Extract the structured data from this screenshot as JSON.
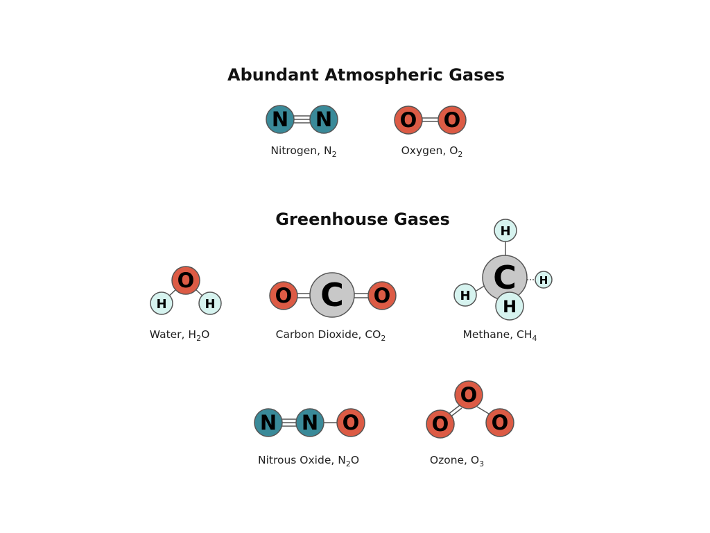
{
  "headings": {
    "abundant": "Abundant Atmospheric Gases",
    "greenhouse": "Greenhouse Gases"
  },
  "colors": {
    "nitrogen": "#3a8a99",
    "oxygen": "#dc5b45",
    "carbon": "#c8c8c8",
    "hydrogen": "#d6f3ef",
    "outline": "#555555"
  },
  "atoms": {
    "nitrogen": "N",
    "oxygen": "O",
    "carbon": "C",
    "hydrogen": "H"
  },
  "molecules": {
    "nitrogen": {
      "name": "Nitrogen, N",
      "sub": "2",
      "tail": ""
    },
    "oxygen": {
      "name": "Oxygen, O",
      "sub": "2",
      "tail": ""
    },
    "water": {
      "name": "Water, H",
      "sub": "2",
      "tail": "O"
    },
    "carbon_dioxide": {
      "name": "Carbon Dioxide, CO",
      "sub": "2",
      "tail": ""
    },
    "methane": {
      "name": "Methane, CH",
      "sub": "4",
      "tail": ""
    },
    "nitrous_oxide": {
      "name": "Nitrous Oxide, N",
      "sub": "2",
      "tail": "O"
    },
    "ozone": {
      "name": "Ozone, O",
      "sub": "3",
      "tail": ""
    }
  }
}
